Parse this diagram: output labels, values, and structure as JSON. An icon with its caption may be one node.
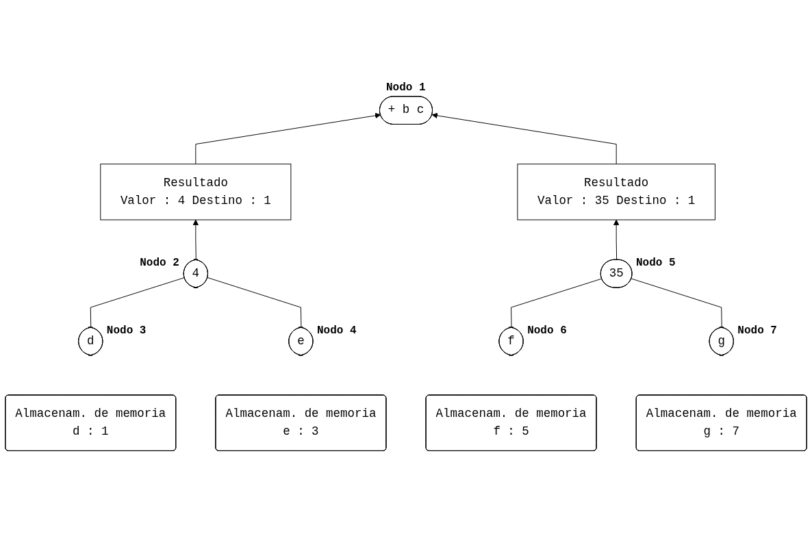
{
  "diagram": {
    "nodes": [
      {
        "text": [
          "+ b c"
        ],
        "beside": [
          "Nodo 1"
        ]
      },
      {
        "text": [
          "Resultado",
          "Valor : 4 Destino : 1"
        ]
      },
      {
        "text": [
          "Resultado",
          "Valor : 35 Destino : 1"
        ]
      },
      {
        "text": [
          "4"
        ],
        "beside": [
          "Nodo 2"
        ]
      },
      {
        "text": [
          "35"
        ],
        "beside": [
          "Nodo 5"
        ]
      },
      {
        "text": [
          "d"
        ],
        "beside": [
          "Nodo 3"
        ]
      },
      {
        "text": [
          "e"
        ],
        "beside": [
          "Nodo 4"
        ]
      },
      {
        "text": [
          "f"
        ],
        "beside": [
          "Nodo 6"
        ]
      },
      {
        "text": [
          "g"
        ],
        "beside": [
          "Nodo 7"
        ]
      },
      {
        "text": [
          "Almacenam. de memoria",
          "d : 1"
        ]
      },
      {
        "text": [
          "Almacenam. de memoria",
          "e : 3"
        ]
      },
      {
        "text": [
          "Almacenam. de memoria",
          "f : 5"
        ]
      },
      {
        "text": [
          "Almacenam. de memoria",
          "g : 7"
        ]
      }
    ],
    "edges": [
      {
        "from": 1,
        "to": 0,
        "arrow": "to"
      },
      {
        "from": 2,
        "to": 0,
        "arrow": "to"
      },
      {
        "from": 3,
        "to": 1,
        "arrow": "to"
      },
      {
        "from": 4,
        "to": 2,
        "arrow": "to"
      },
      {
        "from": 3,
        "to": 5,
        "arrow": "none"
      },
      {
        "from": 3,
        "to": 6,
        "arrow": "none"
      },
      {
        "from": 4,
        "to": 7,
        "arrow": "none"
      },
      {
        "from": 4,
        "to": 8,
        "arrow": "none"
      }
    ]
  }
}
